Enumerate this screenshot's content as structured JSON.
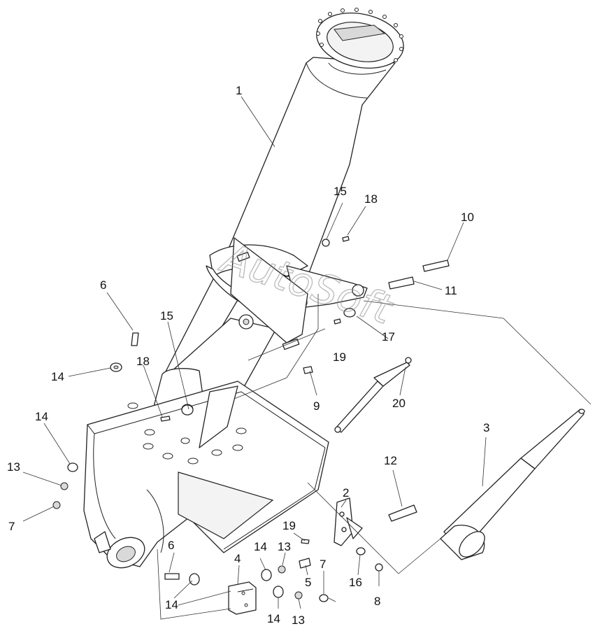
{
  "watermark": "AutoSoft",
  "callouts": {
    "c1": "1",
    "c2": "2",
    "c3": "3",
    "c4": "4",
    "c5": "5",
    "c6a": "6",
    "c6b": "6",
    "c7a": "7",
    "c7b": "7",
    "c8": "8",
    "c9": "9",
    "c10": "10",
    "c11": "11",
    "c12": "12",
    "c13a": "13",
    "c13b": "13",
    "c13c": "13",
    "c14a": "14",
    "c14b": "14",
    "c14c": "14",
    "c14d": "14",
    "c14e": "14",
    "c15a": "15",
    "c15b": "15",
    "c16": "16",
    "c17": "17",
    "c18a": "18",
    "c18b": "18",
    "c19a": "19",
    "c19b": "19",
    "c20": "20"
  }
}
